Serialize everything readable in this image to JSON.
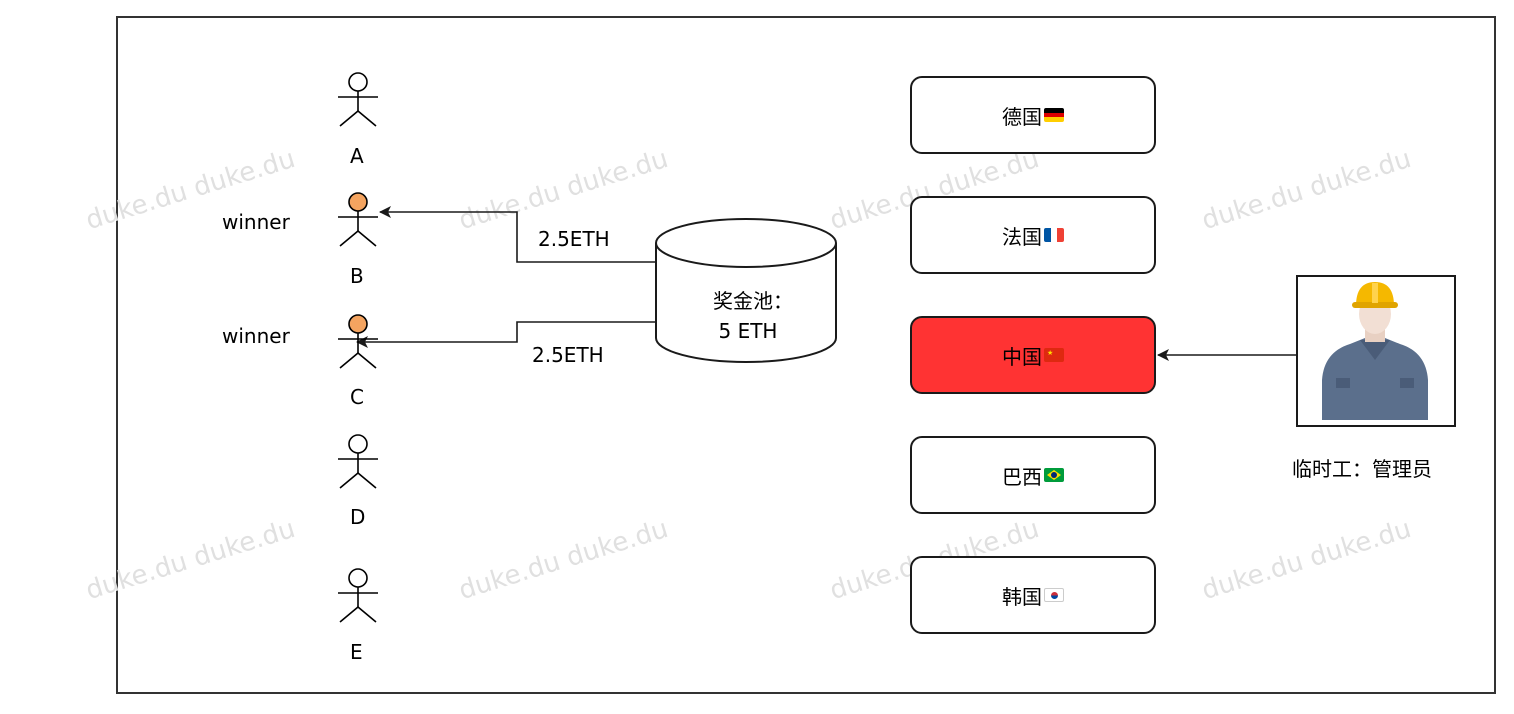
{
  "watermark": "duke.du duke.du",
  "people": [
    {
      "id": "A",
      "label": "A",
      "winner": false
    },
    {
      "id": "B",
      "label": "B",
      "winner": true
    },
    {
      "id": "C",
      "label": "C",
      "winner": true
    },
    {
      "id": "D",
      "label": "D",
      "winner": false
    },
    {
      "id": "E",
      "label": "E",
      "winner": false
    }
  ],
  "winner_label": "winner",
  "pool": {
    "line1": "奖金池：",
    "line2": "5 ETH"
  },
  "payouts": {
    "to_b": "2.5ETH",
    "to_c": "2.5ETH"
  },
  "countries": [
    {
      "name": "德国",
      "flag": "de",
      "selected": false
    },
    {
      "name": "法国",
      "flag": "fr",
      "selected": false
    },
    {
      "name": "中国",
      "flag": "cn",
      "selected": true
    },
    {
      "name": "巴西",
      "flag": "br",
      "selected": false
    },
    {
      "name": "韩国",
      "flag": "kr",
      "selected": false
    }
  ],
  "admin": {
    "label": "临时工：管理员",
    "icon": "worker-hardhat-icon"
  },
  "colors": {
    "winner_head": "#f4a460",
    "selected_box": "#ff3333",
    "line": "#1a1a1a"
  }
}
